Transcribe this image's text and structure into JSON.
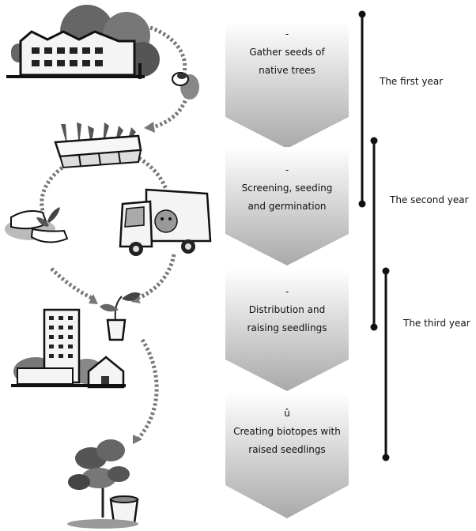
{
  "steps": [
    {
      "mark": "-",
      "line1": "Gather seeds of",
      "line2": "native trees"
    },
    {
      "mark": "-",
      "line1": "Screening, seeding",
      "line2": "and germination"
    },
    {
      "mark": "-",
      "line1": "Distribution and",
      "line2": "raising seedlings"
    },
    {
      "mark": "û",
      "line1": "Creating biotopes with",
      "line2": "raised seedlings"
    }
  ],
  "timeline": {
    "year1": "The first year",
    "year2": "The second  year",
    "year3": "The third  year"
  },
  "illustrations": [
    "factory-with-trees",
    "acorn",
    "seedling-tray",
    "hands-holding-sprout",
    "delivery-truck",
    "sprout-in-pot",
    "apartment-buildings-and-house",
    "young-tree-with-pot"
  ]
}
